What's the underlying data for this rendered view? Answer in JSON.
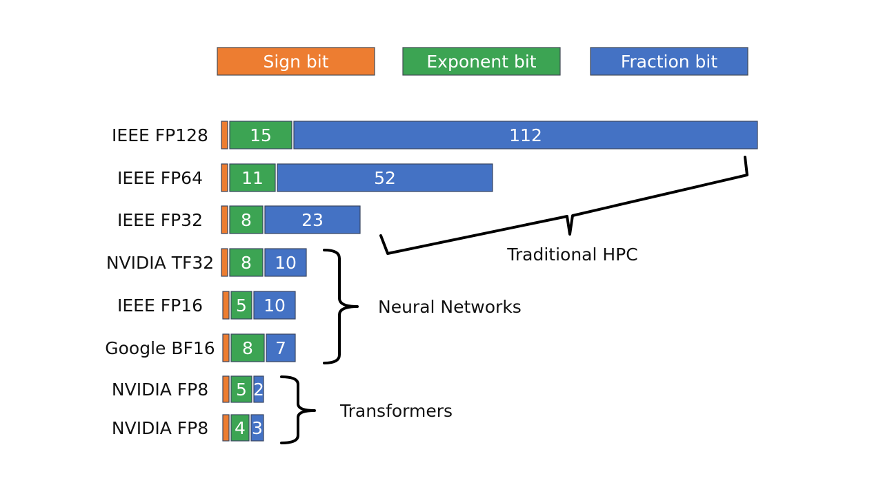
{
  "colors": {
    "sign": "#ed7d31",
    "exponent": "#3ca453",
    "fraction": "#4472c4"
  },
  "legend": [
    {
      "key": "sign",
      "label": "Sign bit"
    },
    {
      "key": "exponent",
      "label": "Exponent bit"
    },
    {
      "key": "fraction",
      "label": "Fraction bit"
    }
  ],
  "chart_data": {
    "type": "bar",
    "orientation": "horizontal",
    "stacked": true,
    "categories": [
      "IEEE FP128",
      "IEEE FP64",
      "IEEE FP32",
      "NVIDIA TF32",
      "IEEE FP16",
      "Google BF16",
      "NVIDIA FP8",
      "NVIDIA FP8"
    ],
    "series": [
      {
        "name": "Sign bit",
        "values": [
          1,
          1,
          1,
          1,
          1,
          1,
          1,
          1
        ]
      },
      {
        "name": "Exponent bit",
        "values": [
          15,
          11,
          8,
          8,
          5,
          8,
          5,
          4
        ]
      },
      {
        "name": "Fraction bit",
        "values": [
          112,
          52,
          23,
          10,
          10,
          7,
          2,
          3
        ]
      }
    ],
    "legend_position": "top",
    "grid": false,
    "groups": [
      {
        "label": "Traditional HPC",
        "rows": [
          0,
          1,
          2
        ]
      },
      {
        "label": "Neural Networks",
        "rows": [
          3,
          4,
          5
        ]
      },
      {
        "label": "Transformers",
        "rows": [
          6,
          7
        ]
      }
    ]
  }
}
